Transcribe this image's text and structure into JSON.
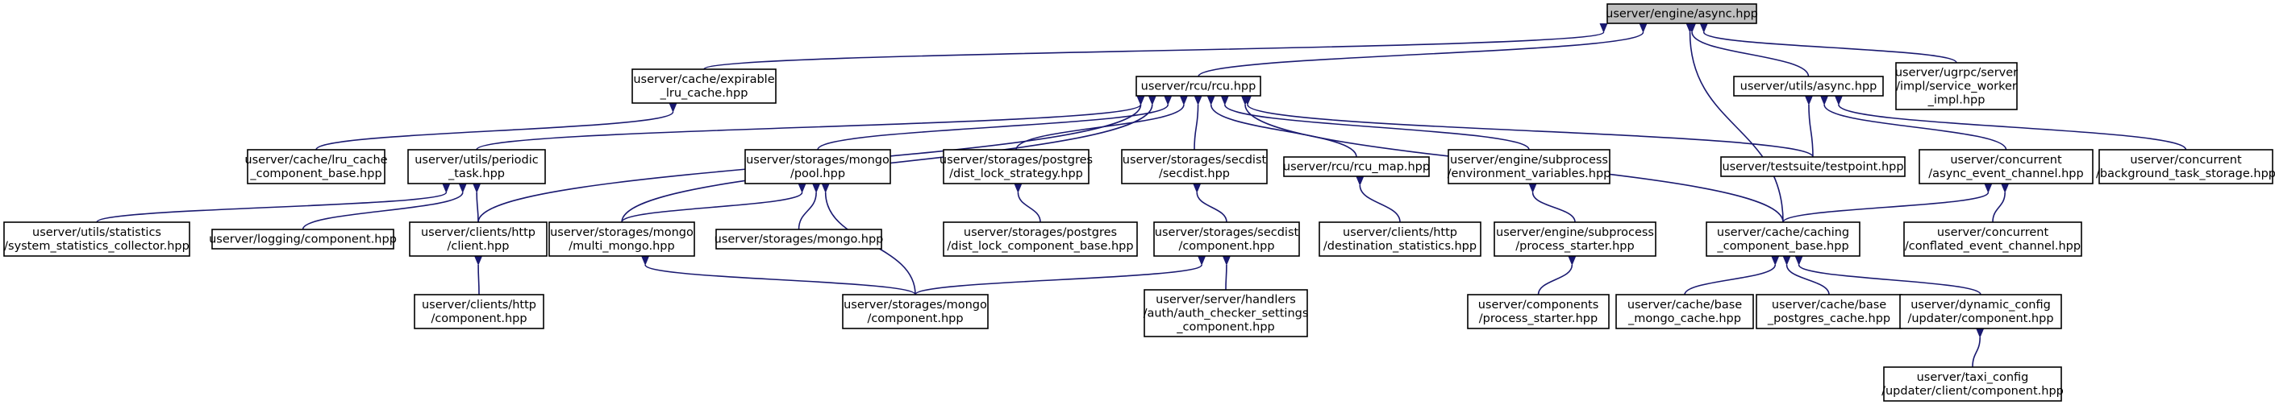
{
  "diagram": {
    "title": "",
    "edge_color": "#191970",
    "root_fill": "#bfbfbf",
    "nodes": [
      {
        "id": "async",
        "lines": [
          "userver/engine/async.hpp"
        ],
        "root": true
      },
      {
        "id": "expirable",
        "lines": [
          "userver/cache/expirable",
          "_lru_cache.hpp"
        ]
      },
      {
        "id": "rcu",
        "lines": [
          "userver/rcu/rcu.hpp"
        ]
      },
      {
        "id": "utils_async",
        "lines": [
          "userver/utils/async.hpp"
        ]
      },
      {
        "id": "ugrpc",
        "lines": [
          "userver/ugrpc/server",
          "/impl/service_worker",
          "_impl.hpp"
        ]
      },
      {
        "id": "lru_comp",
        "lines": [
          "userver/cache/lru_cache",
          "_component_base.hpp"
        ]
      },
      {
        "id": "periodic",
        "lines": [
          "userver/utils/periodic",
          "_task.hpp"
        ]
      },
      {
        "id": "mongo_pool",
        "lines": [
          "userver/storages/mongo",
          "/pool.hpp"
        ]
      },
      {
        "id": "pg_lock",
        "lines": [
          "userver/storages/postgres",
          "/dist_lock_strategy.hpp"
        ]
      },
      {
        "id": "secdist",
        "lines": [
          "userver/storages/secdist",
          "/secdist.hpp"
        ]
      },
      {
        "id": "rcu_map",
        "lines": [
          "userver/rcu/rcu_map.hpp"
        ]
      },
      {
        "id": "env_vars",
        "lines": [
          "userver/engine/subprocess",
          "/environment_variables.hpp"
        ]
      },
      {
        "id": "testpoint",
        "lines": [
          "userver/testsuite/testpoint.hpp"
        ]
      },
      {
        "id": "async_chan",
        "lines": [
          "userver/concurrent",
          "/async_event_channel.hpp"
        ]
      },
      {
        "id": "bg_task",
        "lines": [
          "userver/concurrent",
          "/background_task_storage.hpp"
        ]
      },
      {
        "id": "sys_stats",
        "lines": [
          "userver/utils/statistics",
          "/system_statistics_collector.hpp"
        ]
      },
      {
        "id": "logging_comp",
        "lines": [
          "userver/logging/component.hpp"
        ]
      },
      {
        "id": "http_client",
        "lines": [
          "userver/clients/http",
          "/client.hpp"
        ]
      },
      {
        "id": "multi_mongo",
        "lines": [
          "userver/storages/mongo",
          "/multi_mongo.hpp"
        ]
      },
      {
        "id": "storages_mongo",
        "lines": [
          "userver/storages/mongo.hpp"
        ]
      },
      {
        "id": "pg_lock_comp",
        "lines": [
          "userver/storages/postgres",
          "/dist_lock_component_base.hpp"
        ]
      },
      {
        "id": "secdist_comp",
        "lines": [
          "userver/storages/secdist",
          "/component.hpp"
        ]
      },
      {
        "id": "dest_stats",
        "lines": [
          "userver/clients/http",
          "/destination_statistics.hpp"
        ]
      },
      {
        "id": "proc_starter",
        "lines": [
          "userver/engine/subprocess",
          "/process_starter.hpp"
        ]
      },
      {
        "id": "caching_comp",
        "lines": [
          "userver/cache/caching",
          "_component_base.hpp"
        ]
      },
      {
        "id": "conflated",
        "lines": [
          "userver/concurrent",
          "/conflated_event_channel.hpp"
        ]
      },
      {
        "id": "http_comp",
        "lines": [
          "userver/clients/http",
          "/component.hpp"
        ]
      },
      {
        "id": "mongo_comp",
        "lines": [
          "userver/storages/mongo",
          "/component.hpp"
        ]
      },
      {
        "id": "auth_checker",
        "lines": [
          "userver/server/handlers",
          "/auth/auth_checker_settings",
          "_component.hpp"
        ]
      },
      {
        "id": "comp_proc",
        "lines": [
          "userver/components",
          "/process_starter.hpp"
        ]
      },
      {
        "id": "base_mongo",
        "lines": [
          "userver/cache/base",
          "_mongo_cache.hpp"
        ]
      },
      {
        "id": "base_pg",
        "lines": [
          "userver/cache/base",
          "_postgres_cache.hpp"
        ]
      },
      {
        "id": "dyn_config",
        "lines": [
          "userver/dynamic_config",
          "/updater/component.hpp"
        ]
      },
      {
        "id": "taxi_config",
        "lines": [
          "userver/taxi_config",
          "/updater/client/component.hpp"
        ]
      }
    ]
  }
}
